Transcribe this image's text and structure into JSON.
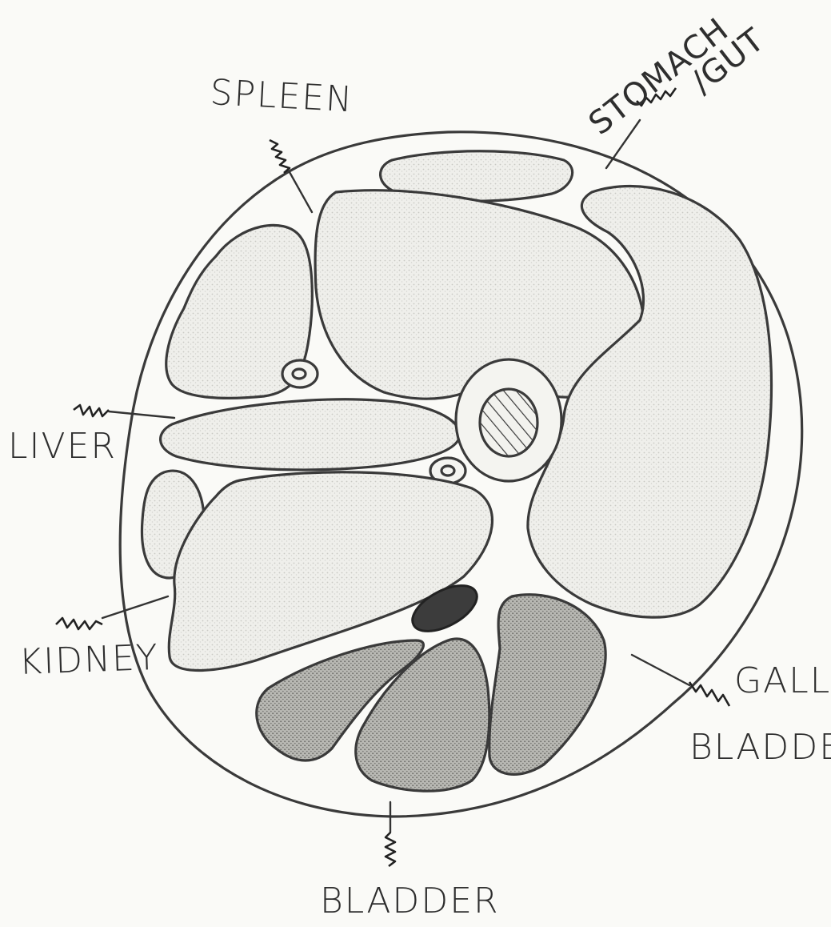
{
  "labels": {
    "spleen": "SPLEEN",
    "stomach": "STOMACH",
    "gut": "/GUT",
    "liver": "LIVER",
    "kidney": "KIDNEY",
    "gall": "GALL-",
    "bladder_gall": "BLADDER",
    "bladder": "BLADDER"
  },
  "colors": {
    "ink": "#3a3a3a",
    "paper": "#fafaf7",
    "light_shading": "#d6d6d2",
    "dark_shading": "#8a8a86",
    "dark_organ": "#3c3c3c"
  }
}
